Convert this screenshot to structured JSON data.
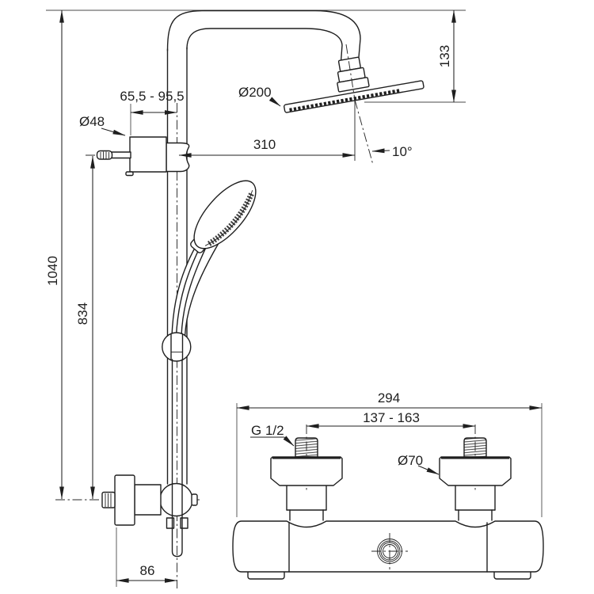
{
  "drawing": {
    "background": "#ffffff",
    "line_color": "#1f1f1f",
    "main_view": {
      "name": "shower-column-side-view",
      "dims": {
        "total_height": "1040",
        "slide_rail_height": "834",
        "bracket_adjust_range": "65,5 - 95,5",
        "bracket_diameter": "Ø48",
        "head_diameter": "Ø200",
        "head_reach": "310",
        "head_tilt_angle": "10°",
        "head_drop": "133",
        "outlet_depth": "86"
      }
    },
    "mixer_view": {
      "name": "mixer-front-view",
      "dims": {
        "body_width": "294",
        "inlet_spacing": "137 - 163",
        "inlet_thread": "G 1/2",
        "escutcheon_diameter": "Ø70"
      }
    }
  }
}
